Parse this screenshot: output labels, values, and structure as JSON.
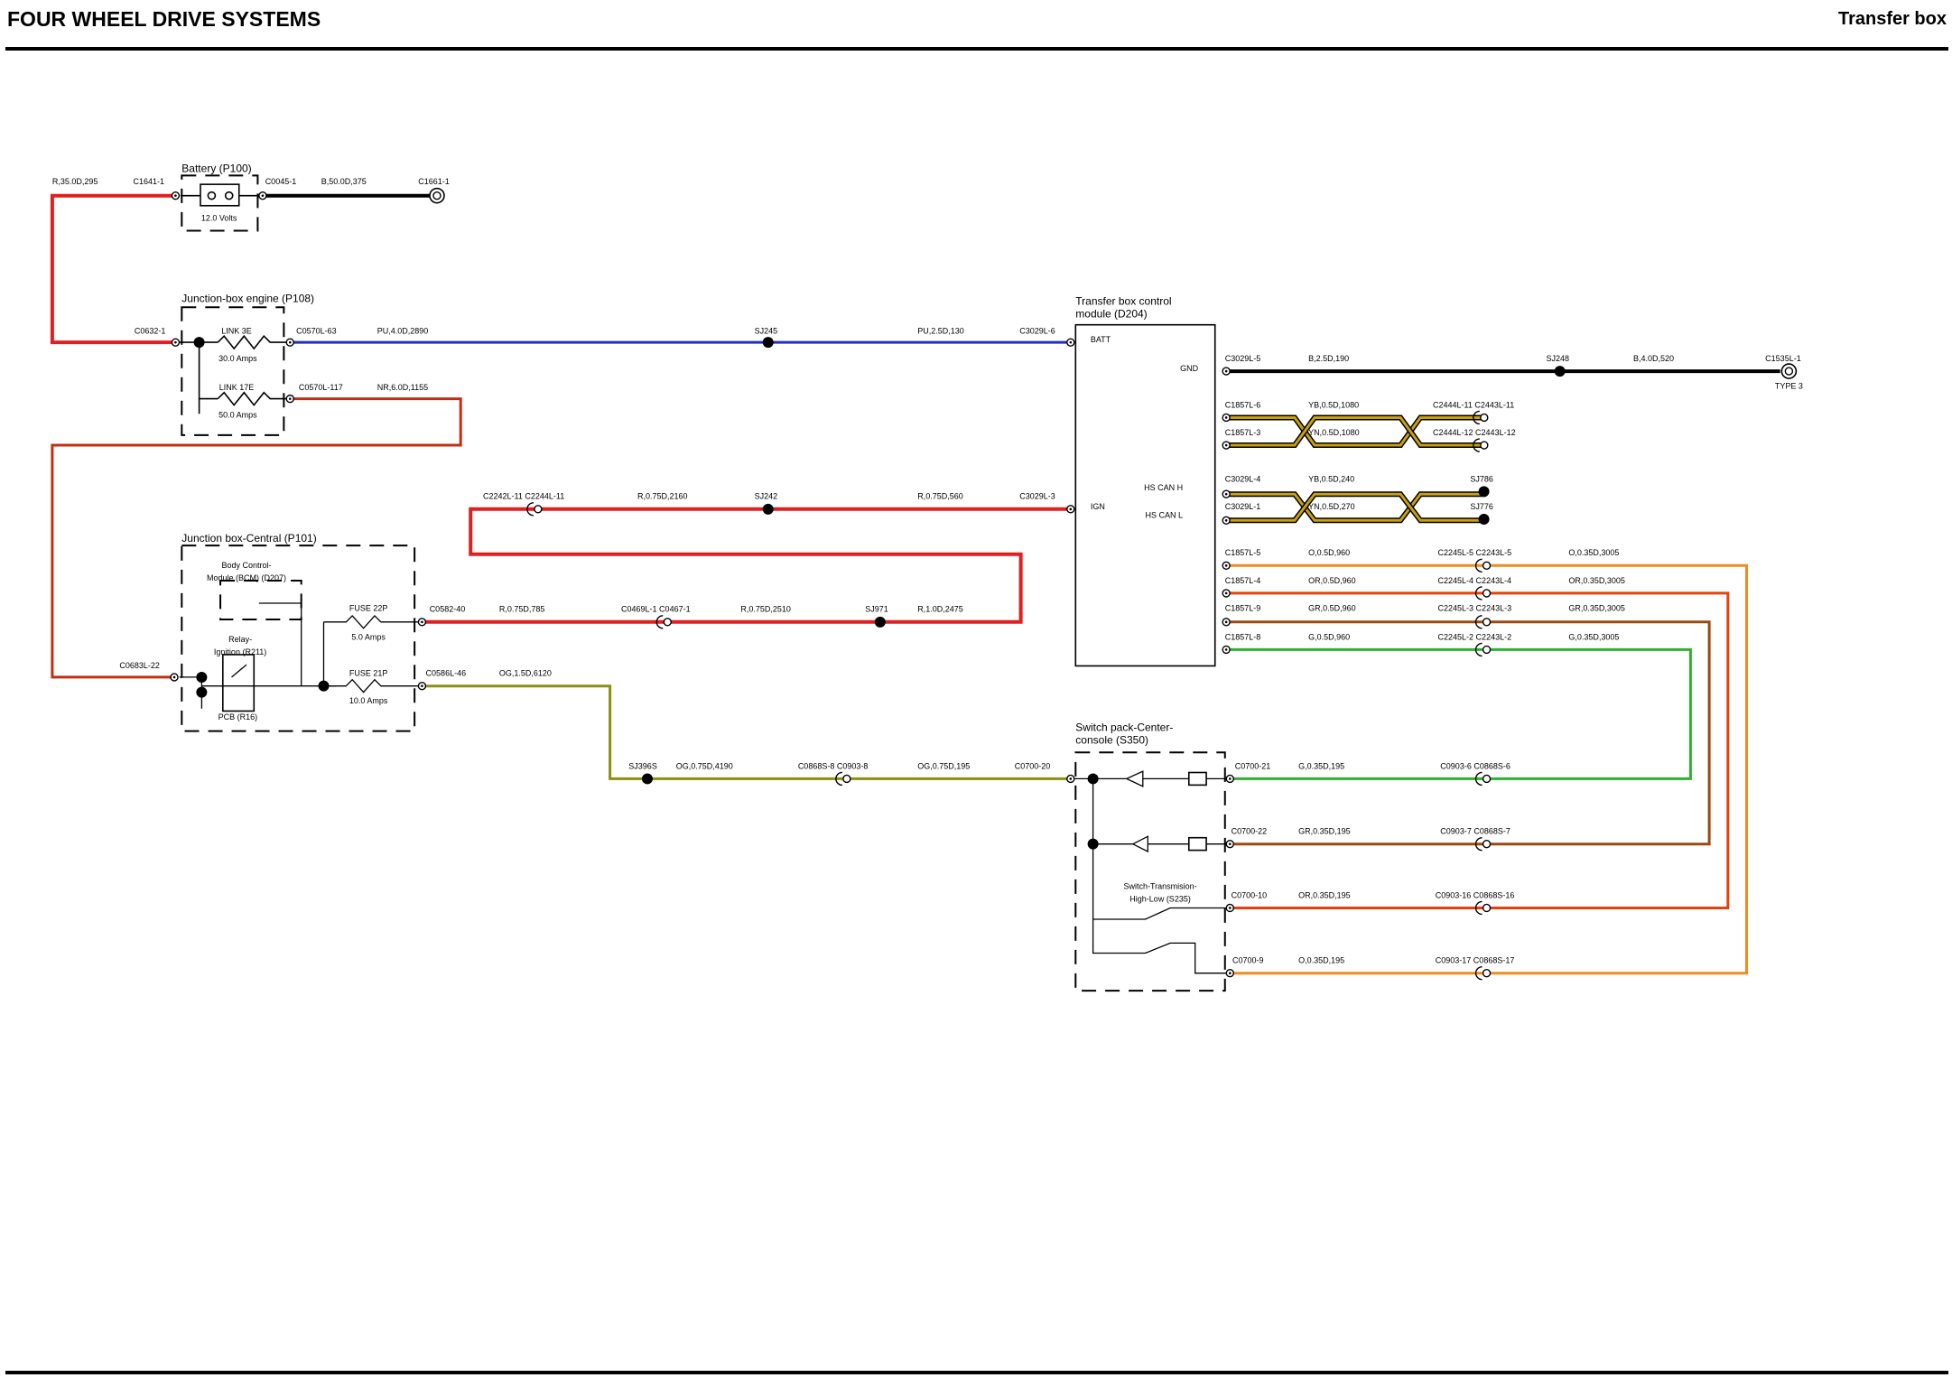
{
  "header": {
    "title": "FOUR WHEEL DRIVE SYSTEMS",
    "section": "Transfer box"
  },
  "components": {
    "battery": {
      "name": "Battery (P100)",
      "rating": "12.0 Volts"
    },
    "jb_engine": {
      "name": "Junction-box engine (P108)",
      "link3e": "LINK 3E",
      "link3e_rating": "30.0 Amps",
      "link17e": "LINK 17E",
      "link17e_rating": "50.0 Amps"
    },
    "jb_central": {
      "name": "Junction box-Central (P101)",
      "bcm": "Body Control-\nModule (BCM) (D207)",
      "relay": "Relay-\nIgnition (R211)",
      "pcb": "PCB (R16)",
      "fuse22": "FUSE 22P",
      "fuse22_rating": "5.0 Amps",
      "fuse21": "FUSE 21P",
      "fuse21_rating": "10.0 Amps"
    },
    "tbcm": {
      "name": "Transfer box control\nmodule (D204)",
      "batt": "BATT",
      "gnd": "GND",
      "ign": "IGN",
      "can_h": "HS CAN H",
      "can_l": "HS CAN L"
    },
    "switch_pack": {
      "name": "Switch pack-Center-\nconsole (S350)",
      "switch": "Switch-Transmision-\nHigh-Low (S235)"
    },
    "ground_type": "TYPE 3"
  },
  "labels": {
    "l1": "R,35.0D,295",
    "l2": "C1641-1",
    "l3": "C0045-1",
    "l4": "B,50.0D,375",
    "l5": "C1661-1",
    "l6": "C0632-1",
    "l7": "C0570L-63",
    "l8": "PU,4.0D,2890",
    "l9": "SJ245",
    "l10": "PU,2.5D,130",
    "l11": "C3029L-6",
    "l12": "C0570L-117",
    "l13": "NR,6.0D,1155",
    "l14": "C3029L-5",
    "l15": "B,2.5D,190",
    "l16": "SJ248",
    "l17": "B,4.0D,520",
    "l18": "C1535L-1",
    "l19": "C1857L-6",
    "l20": "YB,0.5D,1080",
    "l21": "C2444L-11 C2443L-11",
    "l22": "C1857L-3",
    "l23": "YN,0.5D,1080",
    "l24": "C2444L-12 C2443L-12",
    "l25": "C3029L-4",
    "l26": "YB,0.5D,240",
    "l27": "SJ786",
    "l28": "C3029L-1",
    "l29": "YN,0.5D,270",
    "l30": "SJ776",
    "l31": "C2242L-11 C2244L-11",
    "l32": "R,0.75D,2160",
    "l33": "SJ242",
    "l34": "R,0.75D,560",
    "l35": "C3029L-3",
    "l36": "C1857L-5",
    "l37": "O,0.5D,960",
    "l38": "C2245L-5 C2243L-5",
    "l39": "O,0.35D,3005",
    "l40": "C1857L-4",
    "l41": "OR,0.5D,960",
    "l42": "C2245L-4 C2243L-4",
    "l43": "OR,0.35D,3005",
    "l44": "C1857L-9",
    "l45": "GR,0.5D,960",
    "l46": "C2245L-3 C2243L-3",
    "l47": "GR,0.35D,3005",
    "l48": "C1857L-8",
    "l49": "G,0.5D,960",
    "l50": "C2245L-2 C2243L-2",
    "l51": "G,0.35D,3005",
    "l52": "C0582-40",
    "l53": "R,0.75D,785",
    "l54": "C0469L-1 C0467-1",
    "l55": "R,0.75D,2510",
    "l56": "SJ971",
    "l57": "R,1.0D,2475",
    "l58": "C0683L-22",
    "l59": "C0586L-46",
    "l60": "OG,1.5D,6120",
    "l61": "SJ396S",
    "l62": "OG,0.75D,4190",
    "l63": "C0868S-8 C0903-8",
    "l64": "OG,0.75D,195",
    "l65": "C0700-20",
    "l66": "C0700-21",
    "l67": "G,0.35D,195",
    "l68": "C0903-6 C0868S-6",
    "l69": "C0700-22",
    "l70": "GR,0.35D,195",
    "l71": "C0903-7 C0868S-7",
    "l72": "C0700-10",
    "l73": "OR,0.35D,195",
    "l74": "C0903-16 C0868S-16",
    "l75": "C0700-9",
    "l76": "O,0.35D,195",
    "l77": "C0903-17 C0868S-17"
  },
  "colors": {
    "R": "#e02020",
    "PU": "#2030c0",
    "B": "#000000",
    "NR": "#c03010",
    "O": "#f08c1e",
    "OR": "#e8400c",
    "GR": "#9a4a10",
    "G": "#30b030",
    "OG": "#8a9010",
    "YB": "#c8a010",
    "YN": "#c8a010"
  }
}
